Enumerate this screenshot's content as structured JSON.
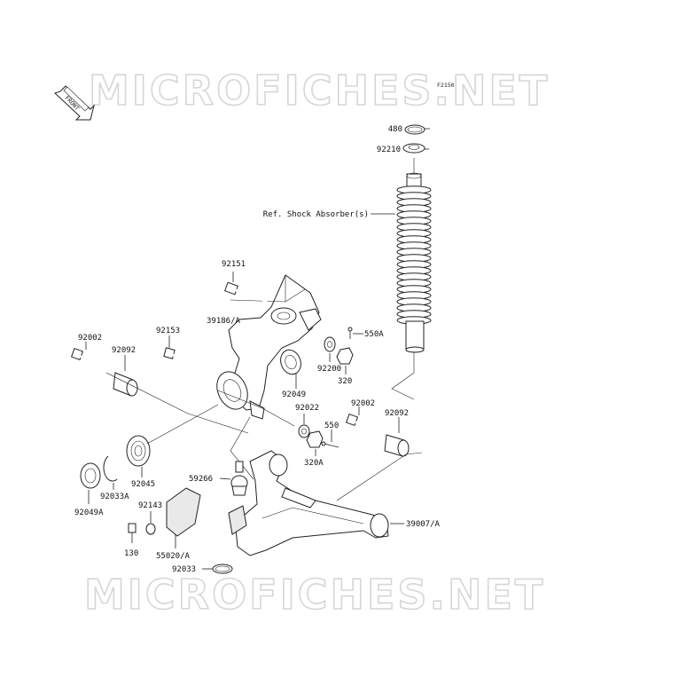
{
  "watermark": {
    "text": "MICROFICHES.NET"
  },
  "figure_code": "F2150",
  "front_arrow": {
    "label": "FRONT"
  },
  "labels": {
    "p480": "480",
    "p92210": "92210",
    "shock_ref": "Ref. Shock Absorber(s)",
    "p92151": "92151",
    "p39186A": "39186/A",
    "p92153": "92153",
    "p92002_left": "92002",
    "p92092_left": "92092",
    "p550A": "550A",
    "p92200": "92200",
    "p320": "320",
    "p92049": "92049",
    "p92022": "92022",
    "p550": "550",
    "p92002_right": "92002",
    "p92092_right": "92092",
    "p320A": "320A",
    "p92045": "92045",
    "p92033A": "92033A",
    "p92049A": "92049A",
    "p59266": "59266",
    "p92143": "92143",
    "p130": "130",
    "p55020A": "55020/A",
    "p39007A": "39007/A",
    "p92033": "92033"
  }
}
